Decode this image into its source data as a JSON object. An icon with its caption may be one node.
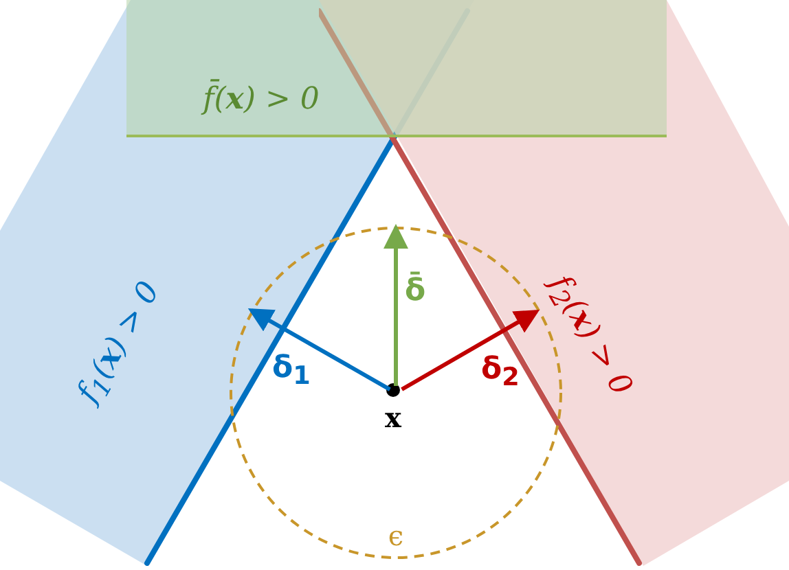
{
  "diagram": {
    "nodes": [
      {
        "text": [
          "f$_{1}$(**x**) > 0"
        ]
      },
      {
        "text": [
          "f$_{2}$(**x**) > 0"
        ]
      },
      {
        "text": [
          "f̄(**x**) > 0"
        ]
      },
      {
        "text": [
          "ϵ"
        ]
      },
      {
        "text": [
          "x"
        ],
        "in": 3
      }
    ],
    "edges": [
      {
        "from": 4,
        "to": null,
        "arrow": "to",
        "label": "δ$_{1}$",
        "color": "#0070c0"
      },
      {
        "from": 4,
        "to": null,
        "arrow": "to",
        "label": "δ̄",
        "color": "#77a94a"
      },
      {
        "from": 4,
        "to": null,
        "arrow": "to",
        "label": "δ$_{2}$",
        "color": "#c00000"
      }
    ]
  }
}
